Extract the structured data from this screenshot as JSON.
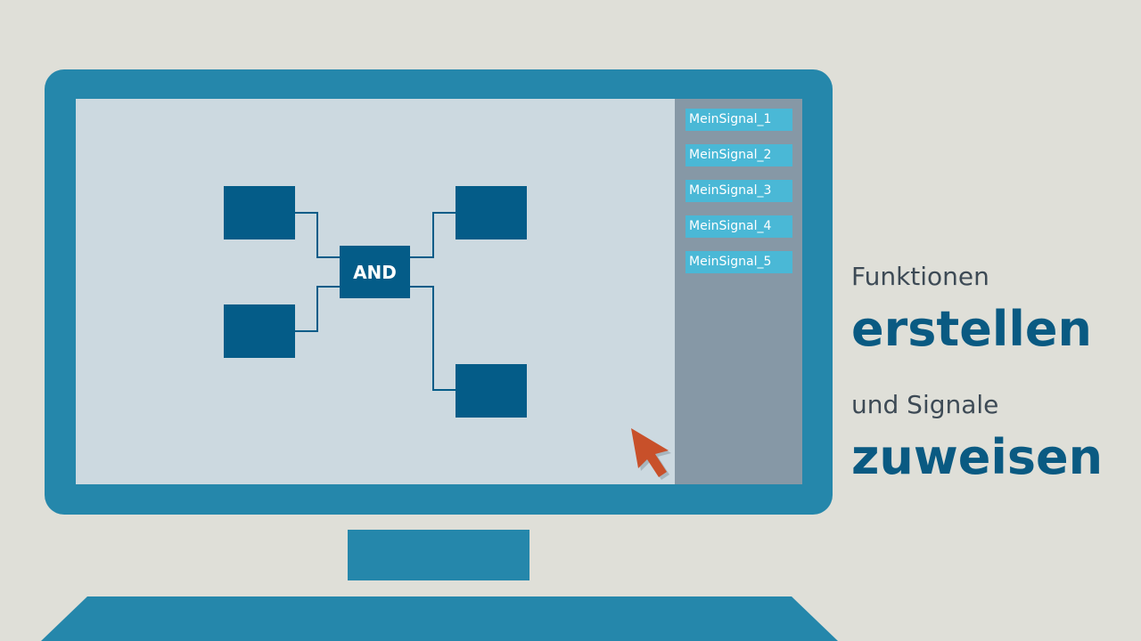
{
  "diagram": {
    "and_label": "AND"
  },
  "signals": [
    {
      "label": "MeinSignal_1"
    },
    {
      "label": "MeinSignal_2"
    },
    {
      "label": "MeinSignal_3"
    },
    {
      "label": "MeinSignal_4"
    },
    {
      "label": "MeinSignal_5"
    }
  ],
  "caption": {
    "line1": "Funktionen",
    "line2": "erstellen",
    "line3": "und Signale",
    "line4": "zuweisen"
  },
  "colors": {
    "background": "#dfdfd8",
    "monitor": "#2587ab",
    "screen": "#ccd9e0",
    "panel": "#8698a6",
    "signal": "#4ab8d6",
    "block": "#045c88",
    "cursor": "#c8502a"
  },
  "icons": {
    "cursor": "mouse-pointer-icon"
  }
}
